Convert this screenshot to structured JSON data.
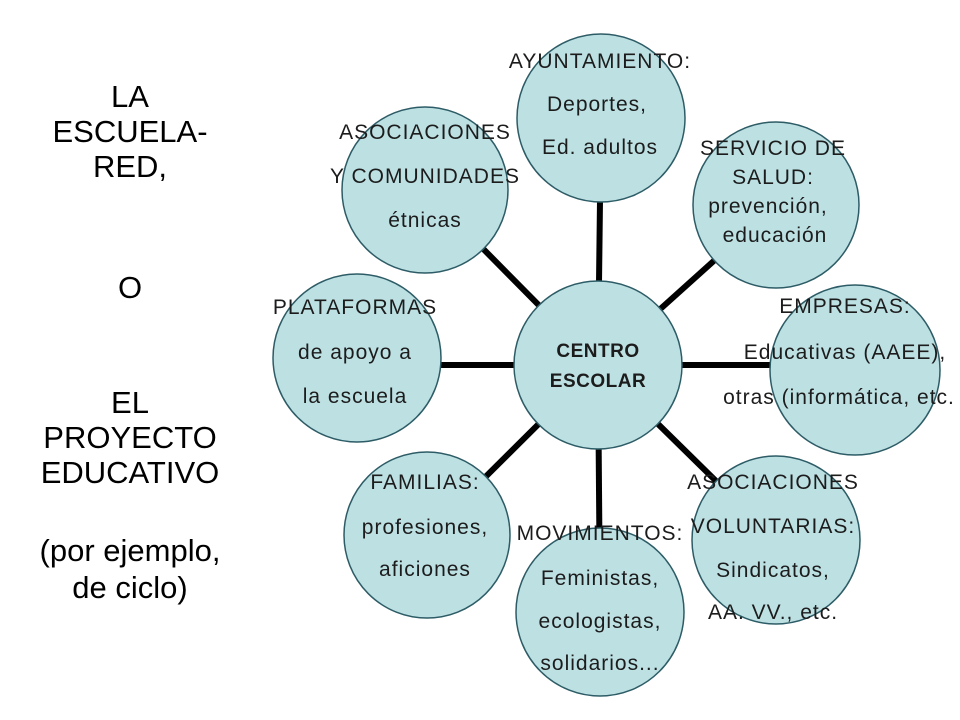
{
  "slide": {
    "heading_lines": [
      "LA",
      "ESCUELA-",
      "RED,"
    ],
    "conjunction": "O",
    "subheading_lines": [
      "EL",
      "PROYECTO",
      "EDUCATIVO"
    ],
    "example_lines": [
      "(por ejemplo,",
      "de ciclo)"
    ]
  },
  "diagram": {
    "center": {
      "lines": [
        "CENTRO",
        "ESCOLAR"
      ]
    },
    "nodes": {
      "ayuntamiento": {
        "lines": [
          "AYUNTAMIENTO:",
          "Deportes,",
          "Ed. adultos"
        ]
      },
      "salud": {
        "lines": [
          "SERVICIO DE",
          "SALUD:",
          "prevención,",
          "educación"
        ]
      },
      "empresas": {
        "lines": [
          "EMPRESAS:",
          "Educativas (AAEE),",
          "otras (informática, etc."
        ]
      },
      "voluntarias": {
        "lines": [
          "ASOCIACIONES",
          "VOLUNTARIAS:",
          "Sindicatos,",
          "AA. VV., etc."
        ]
      },
      "movimientos": {
        "lines": [
          "MOVIMIENTOS:",
          "Feministas,",
          "ecologistas,",
          "solidarios..."
        ]
      },
      "familias": {
        "lines": [
          "FAMILIAS:",
          "profesiones,",
          "aficiones"
        ]
      },
      "plataformas": {
        "lines": [
          "PLATAFORMAS",
          "de apoyo a",
          "la escuela"
        ]
      },
      "comunidades": {
        "lines": [
          "ASOCIACIONES",
          "Y COMUNIDADES",
          "étnicas"
        ]
      }
    }
  },
  "colors": {
    "node_fill": "#bde0e3",
    "node_stroke": "#2d5c66",
    "connector": "#000000",
    "text": "#1c1c1c"
  }
}
